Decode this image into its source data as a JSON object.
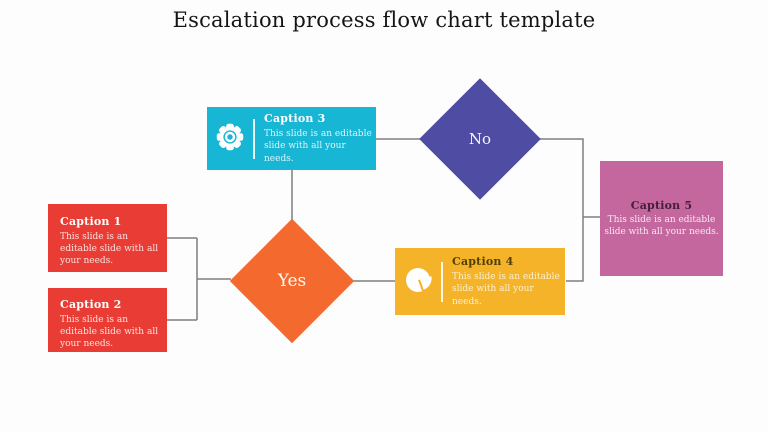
{
  "title": "Escalation process flow chart template",
  "nodes": {
    "caption1": {
      "label": "Caption 1",
      "body": "This slide is an editable slide with all your needs.",
      "shape": "box",
      "color": "#e83c34"
    },
    "caption2": {
      "label": "Caption 2",
      "body": "This slide is an editable slide with all your needs.",
      "shape": "box",
      "color": "#e83c34"
    },
    "caption3": {
      "label": "Caption 3",
      "body": "This slide is an editable slide with all your needs.",
      "shape": "box",
      "color": "#18b6d5",
      "icon": "gear-icon"
    },
    "caption4": {
      "label": "Caption 4",
      "body": "This slide is an editable slide with all your needs.",
      "shape": "box",
      "color": "#f4b328",
      "icon": "pie-chart-icon"
    },
    "caption5": {
      "label": "Caption 5",
      "body": "This slide is an editable slide with all your needs.",
      "shape": "box",
      "color": "#c4679e"
    },
    "no": {
      "label": "No",
      "shape": "diamond",
      "color": "#4e4ca3"
    },
    "yes": {
      "label": "Yes",
      "shape": "diamond",
      "color": "#f4692d"
    }
  },
  "connector_color": "#7e7e7e",
  "background_color": "#fdfdfd"
}
